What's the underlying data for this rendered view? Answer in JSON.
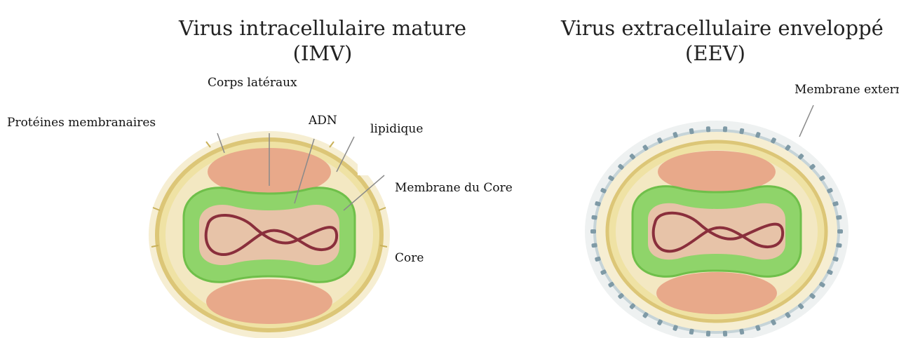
{
  "imv": {
    "title_line1": "Virus intracellulaire mature",
    "title_line2": "(IMV)",
    "labels": {
      "corps_lateraux": "Corps latéraux",
      "proteines": "Protéines membranaires",
      "adn": "ADN",
      "lipidique": "lipidique",
      "membrane_core": "Membrane du Core",
      "core": "Core"
    }
  },
  "eev": {
    "title_line1": "Virus extracellulaire enveloppé",
    "title_line2": "(EEV)",
    "labels": {
      "membrane_externe": "Membrane externe"
    }
  },
  "colors": {
    "outer_halo": "#f6eed2",
    "membrane": "#e9d78a",
    "lateral_body": "#e8a98a",
    "core_wall": "#8fd46a",
    "core_inner": "#e7c3a8",
    "dna": "#8a2f3c",
    "spike": "#7f9aa6",
    "leader": "#8a8a8a"
  }
}
